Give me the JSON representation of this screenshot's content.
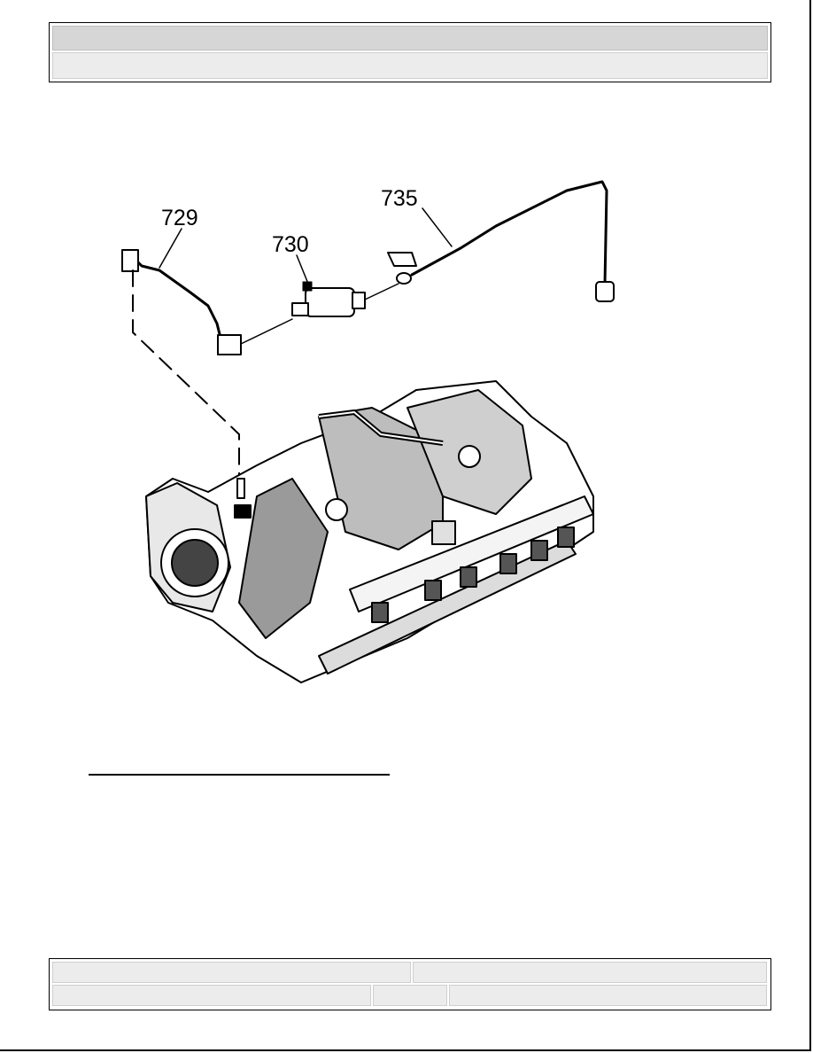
{
  "header": {
    "row1_text": "",
    "row2_text": ""
  },
  "figure": {
    "callouts": [
      "729",
      "730",
      "735"
    ]
  },
  "footer": {
    "cell1": "",
    "cell2": "",
    "cell3": "",
    "cell4": "",
    "cell5": ""
  }
}
